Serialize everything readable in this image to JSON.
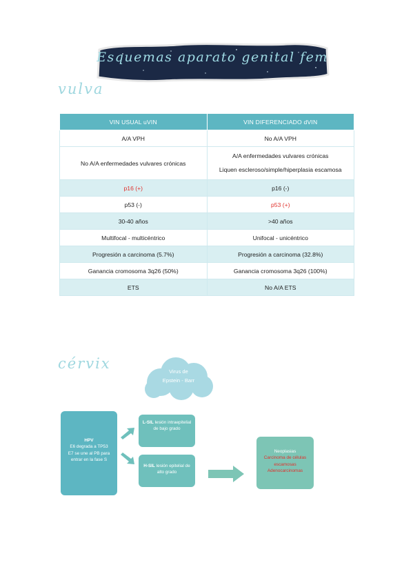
{
  "banner": {
    "title": "Esquemas aparato genital fem"
  },
  "vulva": {
    "heading": "vulva",
    "table": {
      "headers": [
        "VIN USUAL uVIN",
        "VIN DIFERENCIADO dVIN"
      ],
      "rows": [
        {
          "left": "A/A VPH",
          "right": "No A/A VPH"
        },
        {
          "left": "No A/A enfermedades vulvares crónicas",
          "right_lines": [
            "A/A enfermedades vulvares crónicas",
            "Liquen escleroso/simple/hiperplasia escamosa"
          ]
        },
        {
          "left": "p16 (+)",
          "right": "p16 (-)"
        },
        {
          "left": "p53 (-)",
          "right": "p53 (+)"
        },
        {
          "left": "30-40 años",
          "right": ">40 años"
        },
        {
          "left": "Multifocal - multicéntrico",
          "right": "Unifocal - unicéntrico"
        },
        {
          "left": "Progresión a carcinoma (5.7%)",
          "right": "Progresión a carcinoma (32.8%)"
        },
        {
          "left": "Ganancia cromosoma 3q26 (50%)",
          "right": "Ganancia cromosoma 3q26 (100%)"
        },
        {
          "left": "ETS",
          "right": "No A/A ETS"
        }
      ]
    }
  },
  "cervix": {
    "heading": "cérvix",
    "cloud": {
      "line1": "Virus de",
      "line2": "Epstein - Barr"
    },
    "hpv_box": {
      "title": "HPV",
      "line1": "E6 degrada a TP53",
      "line2": "E7 se une al PB para",
      "line3": "entrar en la fase S"
    },
    "lsil_box": {
      "abbr": "L-SIL",
      "text": "lesión intraepitelial de bajo grado"
    },
    "hsil_box": {
      "abbr": "H-SIL",
      "text": "lesión epitelial de alto grado"
    },
    "neoplasia_box": {
      "title": "Neoplasias",
      "item1_line1": "Carcinoma de células",
      "item1_line2": "escamosas",
      "item2": "Adenocarcinomas"
    }
  },
  "colors": {
    "teal_header": "#5db6c2",
    "teal_light": "#d9eff2",
    "heading": "#9fd7df",
    "red": "#e0312c",
    "banner_bg": "#1c2a44"
  }
}
